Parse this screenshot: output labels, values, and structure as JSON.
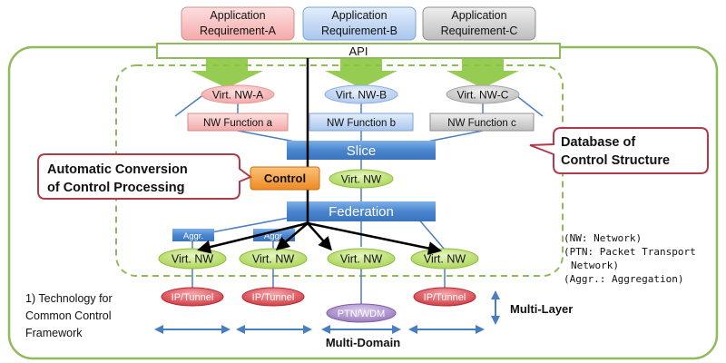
{
  "requirements": [
    {
      "line1": "Application",
      "line2": "Requirement-A"
    },
    {
      "line1": "Application",
      "line2": "Requirement-B"
    },
    {
      "line1": "Application",
      "line2": "Requirement-C"
    }
  ],
  "api_label": "API",
  "virt_nw_top": [
    "Virt. NW-A",
    "Virt. NW-B",
    "Virt. NW-C"
  ],
  "nw_functions": [
    "NW Function a",
    "NW Function b",
    "NW Function c"
  ],
  "slice_label": "Slice",
  "control_label": "Control",
  "virt_nw_mid": "Virt. NW",
  "federation_label": "Federation",
  "aggr_label": "Aggr.",
  "virt_nw_bottom": [
    "Virt. NW",
    "Virt. NW",
    "Virt. NW",
    "Virt. NW"
  ],
  "bottom_tech": [
    "IP/Tunnel",
    "IP/Tunnel",
    "PTN/WDM",
    "IP/Tunnel"
  ],
  "callout_auto": {
    "line1": "Automatic Conversion",
    "line2": "of Control Processing"
  },
  "callout_db": {
    "line1": "Database of",
    "line2": "Control Structure"
  },
  "notes": [
    "(NW: Network)",
    "(PTN: Packet Transport",
    "Network)",
    "(Aggr.:  Aggregation)"
  ],
  "caption": [
    "1) Technology for",
    "Common Control",
    "Framework"
  ],
  "multi_layer": "Multi-Layer",
  "multi_domain": "Multi-Domain",
  "colors": {
    "pink": "#f7b8b8",
    "blue": "#bcd3f1",
    "gray": "#cdcdcd",
    "green_border": "#8fbb5a",
    "bar_blue": "#4f8fd4",
    "control_orange": "#f29a3a",
    "callout_border": "#b23a48",
    "ptn_purple": "#a98bc6",
    "ip_red": "#d9414a",
    "virt_green": "#b7dd6a"
  }
}
